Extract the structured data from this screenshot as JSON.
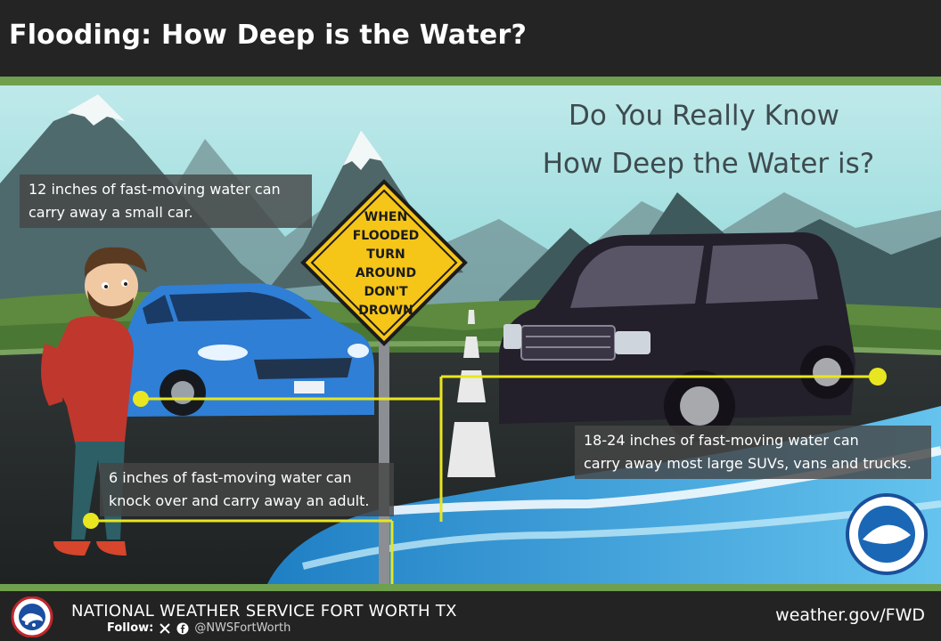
{
  "header": {
    "title": "Flooding: How Deep is the Water?"
  },
  "headline": {
    "line1": "Do You Really Know",
    "line2": "How Deep the Water is?"
  },
  "sign": {
    "lines": [
      "WHEN",
      "FLOODED",
      "TURN AROUND",
      "DON'T",
      "DROWN"
    ]
  },
  "callouts": {
    "car": {
      "line1": "12 inches of fast-moving water can",
      "line2": "carry away a small car."
    },
    "adult": {
      "line1": "6 inches of fast-moving water can",
      "line2": "knock over and carry away an adult."
    },
    "suv": {
      "line1": "18-24 inches of fast-moving water can",
      "line2": "carry away most large SUVs, vans and trucks."
    }
  },
  "noaa": {
    "badge": "NOAA"
  },
  "footer": {
    "org": "NATIONAL WEATHER SERVICE FORT WORTH TX",
    "follow_label": "Follow:",
    "handle": "@NWSFortWorth",
    "url": "weather.gov/FWD"
  },
  "colors": {
    "accent_green": "#6fa04e",
    "callout_line": "#e8e620",
    "sign_yellow": "#f5c518",
    "car_blue": "#2f7fd6",
    "suv_black": "#231f2b",
    "water_blue": "#3aa9e0"
  },
  "icons": {
    "social": [
      "x-icon",
      "facebook-icon"
    ],
    "logos": [
      "nws-logo",
      "noaa-logo"
    ]
  }
}
